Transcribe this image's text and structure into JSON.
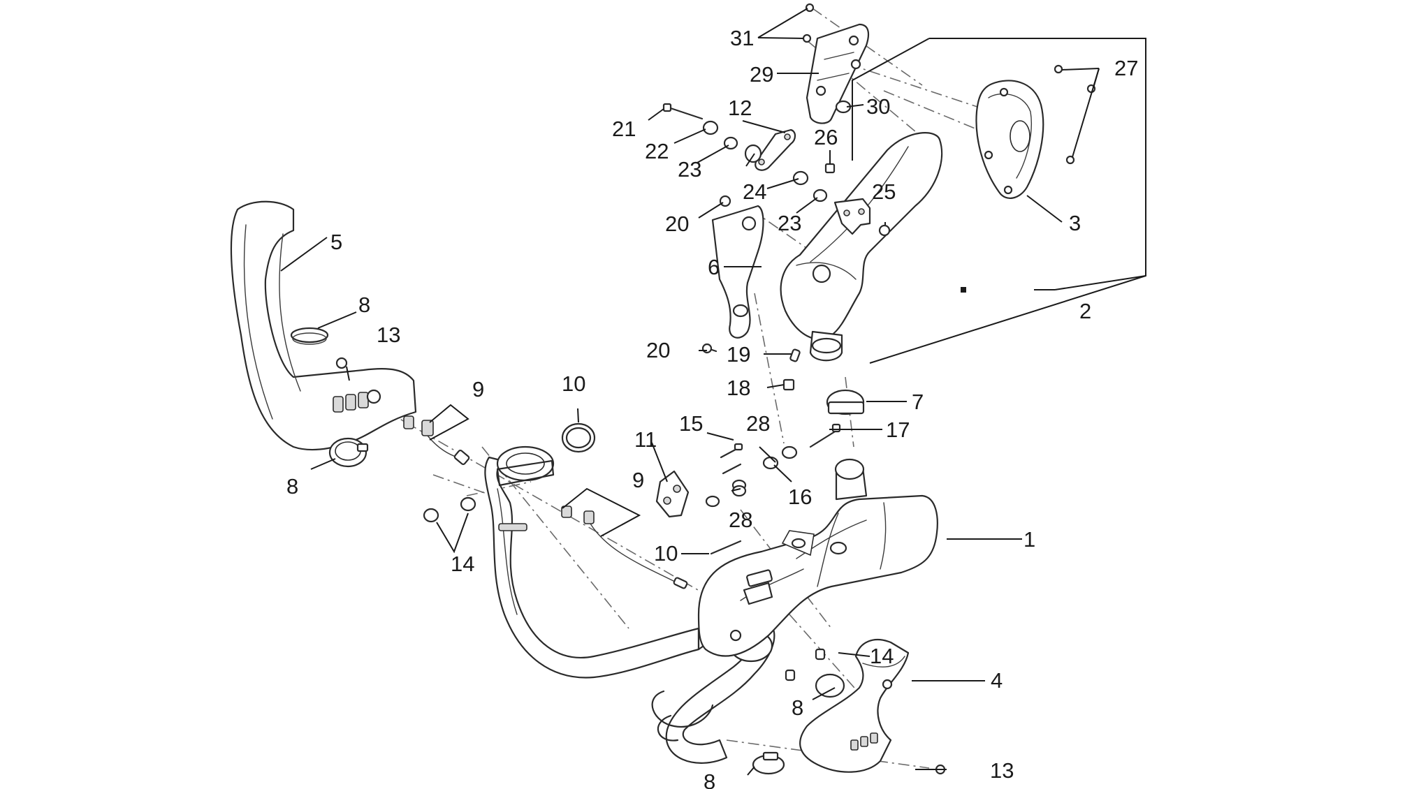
{
  "callouts": [
    {
      "id": "c1",
      "text": "1"
    },
    {
      "id": "c2",
      "text": "2"
    },
    {
      "id": "c3",
      "text": "3"
    },
    {
      "id": "c4",
      "text": "4"
    },
    {
      "id": "c5",
      "text": "5"
    },
    {
      "id": "c6",
      "text": "6"
    },
    {
      "id": "c7",
      "text": "7"
    },
    {
      "id": "c8a",
      "text": "8"
    },
    {
      "id": "c8b",
      "text": "8"
    },
    {
      "id": "c8c",
      "text": "8"
    },
    {
      "id": "c8d",
      "text": "8"
    },
    {
      "id": "c9a",
      "text": "9"
    },
    {
      "id": "c9b",
      "text": "9"
    },
    {
      "id": "c10a",
      "text": "10"
    },
    {
      "id": "c10b",
      "text": "10"
    },
    {
      "id": "c11",
      "text": "11"
    },
    {
      "id": "c12",
      "text": "12"
    },
    {
      "id": "c13a",
      "text": "13"
    },
    {
      "id": "c13b",
      "text": "13"
    },
    {
      "id": "c14a",
      "text": "14"
    },
    {
      "id": "c14b",
      "text": "14"
    },
    {
      "id": "c15",
      "text": "15"
    },
    {
      "id": "c16",
      "text": "16"
    },
    {
      "id": "c17",
      "text": "17"
    },
    {
      "id": "c18",
      "text": "18"
    },
    {
      "id": "c19",
      "text": "19"
    },
    {
      "id": "c20a",
      "text": "20"
    },
    {
      "id": "c20b",
      "text": "20"
    },
    {
      "id": "c21",
      "text": "21"
    },
    {
      "id": "c22",
      "text": "22"
    },
    {
      "id": "c23a",
      "text": "23"
    },
    {
      "id": "c23b",
      "text": "23"
    },
    {
      "id": "c24",
      "text": "24"
    },
    {
      "id": "c25",
      "text": "25"
    },
    {
      "id": "c26",
      "text": "26"
    },
    {
      "id": "c27",
      "text": "27"
    },
    {
      "id": "c28a",
      "text": "28"
    },
    {
      "id": "c28b",
      "text": "28"
    },
    {
      "id": "c29",
      "text": "29"
    },
    {
      "id": "c30",
      "text": "30"
    },
    {
      "id": "c31",
      "text": "31"
    }
  ]
}
